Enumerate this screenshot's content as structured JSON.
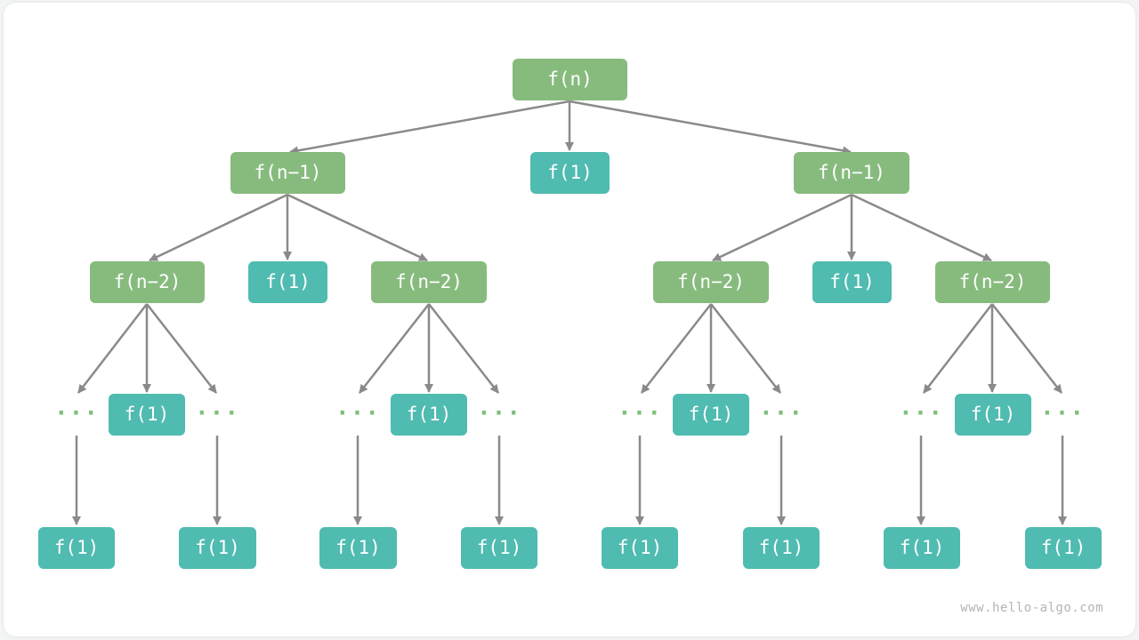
{
  "nodes": {
    "root": "f(n)",
    "l1_left": "f(n−1)",
    "l1_mid": "f(1)",
    "l1_right": "f(n−1)",
    "l2_a": "f(n−2)",
    "l2_b": "f(1)",
    "l2_c": "f(n−2)",
    "l2_d": "f(n−2)",
    "l2_e": "f(1)",
    "l2_f": "f(n−2)",
    "l3_a_mid": "f(1)",
    "l3_c_mid": "f(1)",
    "l3_d_mid": "f(1)",
    "l3_f_mid": "f(1)",
    "l4_1": "f(1)",
    "l4_2": "f(1)",
    "l4_3": "f(1)",
    "l4_4": "f(1)",
    "l4_5": "f(1)",
    "l4_6": "f(1)",
    "l4_7": "f(1)",
    "l4_8": "f(1)"
  },
  "ellipsis": "···",
  "watermark": "www.hello-algo.com",
  "colors": {
    "recursive_node": "#87bb7e",
    "base_case_node": "#50bbb0",
    "edge": "#8a8a8a",
    "ellipsis": "#7dc07a"
  }
}
